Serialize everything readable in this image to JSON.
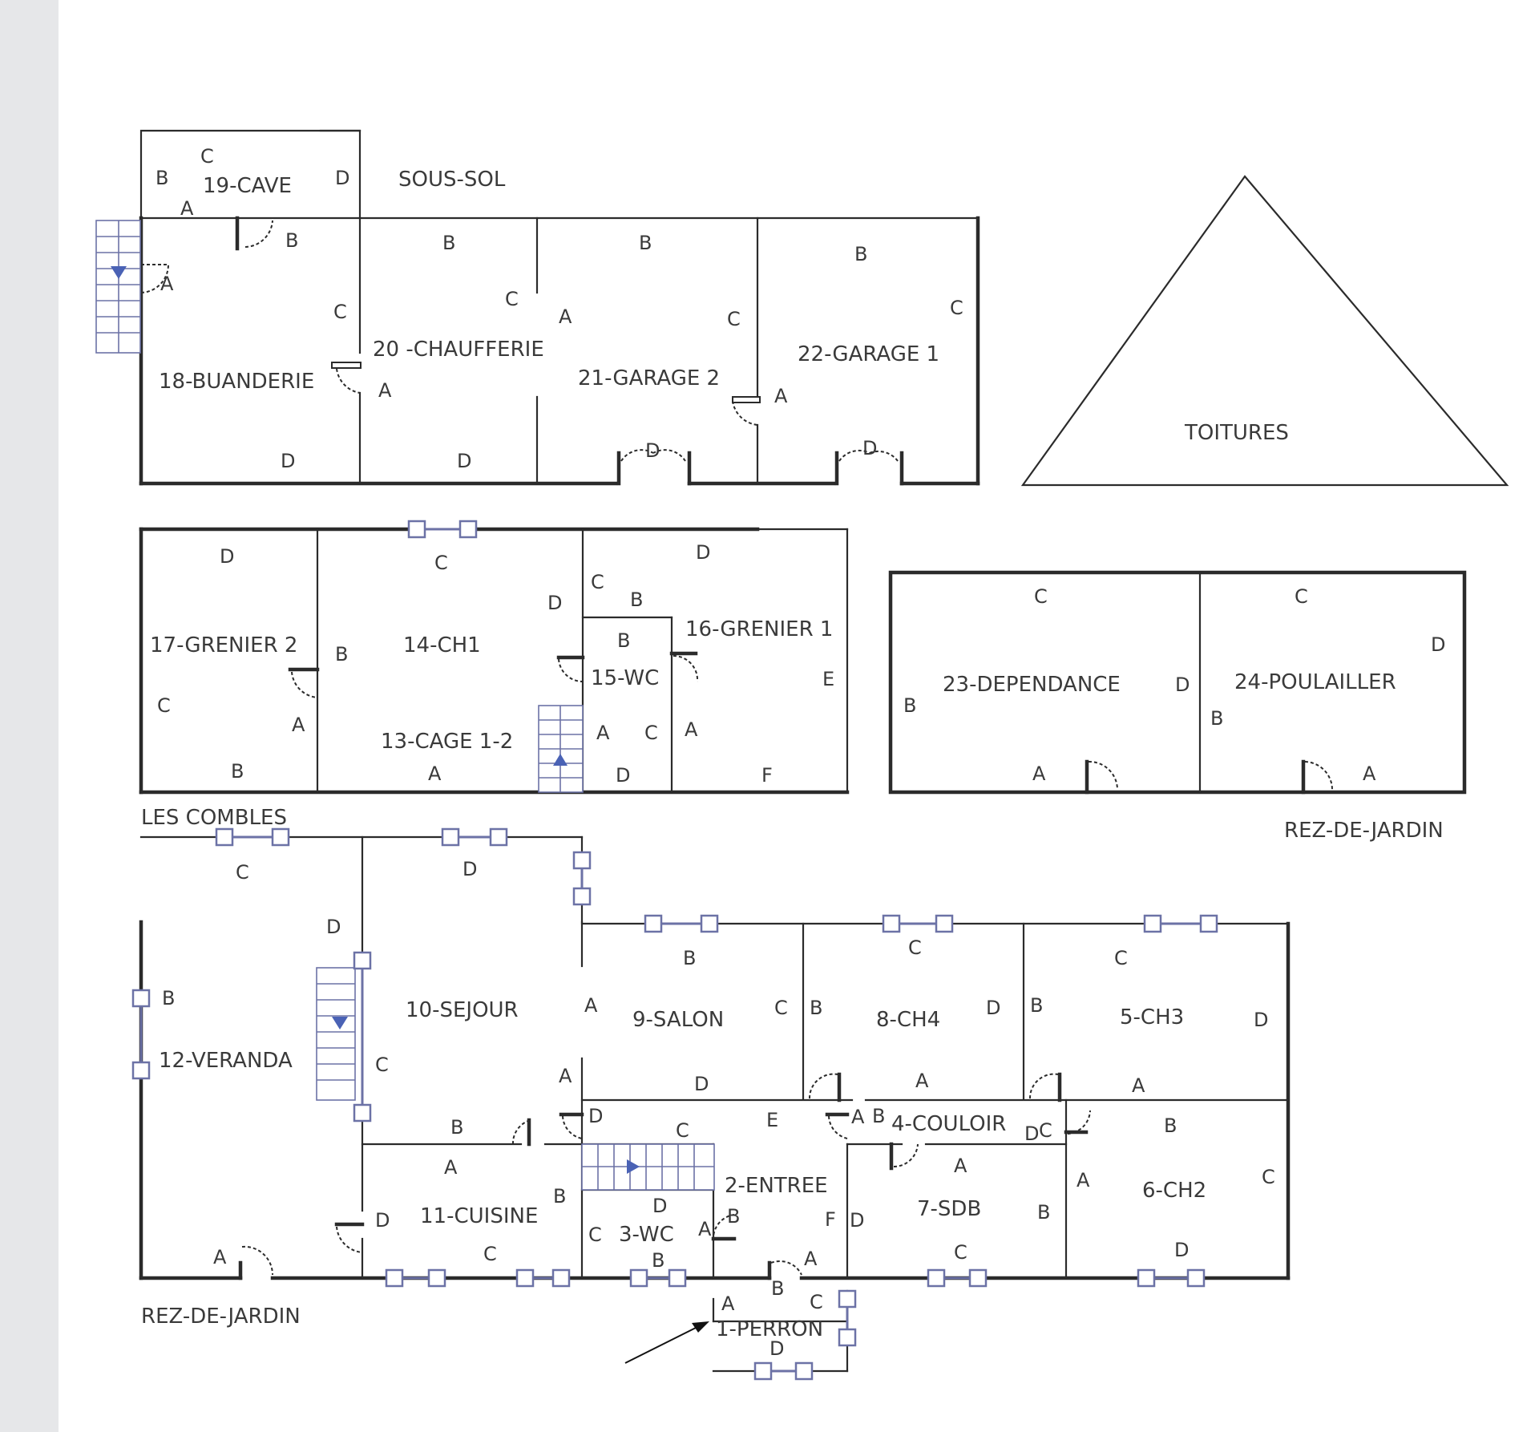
{
  "sections": {
    "sous_sol": "SOUS-SOL",
    "toitures": "TOITURES",
    "les_combles": "LES COMBLES",
    "rez_de_jardin_dep": "REZ-DE-JARDIN",
    "rez_de_jardin_main": "REZ-DE-JARDIN"
  },
  "rooms": {
    "r1": "1-PERRON",
    "r2": "2-ENTREE",
    "r3": "3-WC",
    "r4": "4-COULOIR",
    "r5": "5-CH3",
    "r6": "6-CH2",
    "r7": "7-SDB",
    "r8": "8-CH4",
    "r9": "9-SALON",
    "r10": "10-SEJOUR",
    "r11": "11-CUISINE",
    "r12": "12-VERANDA",
    "r13": "13-CAGE 1-2",
    "r14": "14-CH1",
    "r15": "15-WC",
    "r16": "16-GRENIER 1",
    "r17": "17-GRENIER 2",
    "r18": "18-BUANDERIE",
    "r19": "19-CAVE",
    "r20": "20 -CHAUFFERIE",
    "r21": "21-GARAGE 2",
    "r22": "22-GARAGE 1",
    "r23": "23-DEPENDANCE",
    "r24": "24-POULAILLER"
  },
  "wall_letters": {
    "a": "A",
    "b": "B",
    "c": "C",
    "d": "D",
    "e": "E",
    "f": "F"
  },
  "colors": {
    "walls": "#2b2b2b",
    "windows": "#6c72a6",
    "stair_arrow": "#4a62b5",
    "sidebar": "#e6e7e9",
    "text": "#3a3a3a"
  }
}
